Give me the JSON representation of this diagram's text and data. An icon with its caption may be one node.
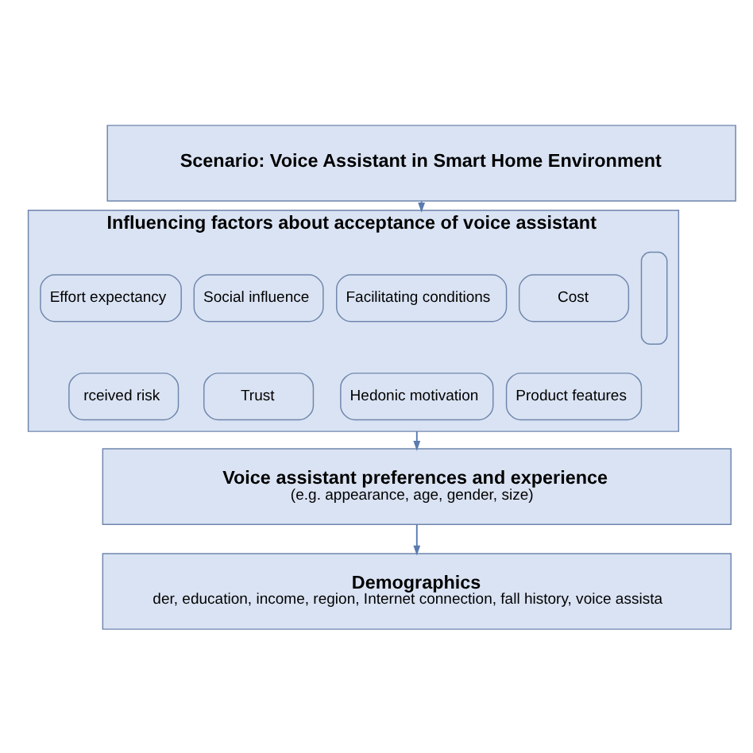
{
  "diagram": {
    "nodes": [
      {
        "text": [
          "Scenario: Voice Assistant in Smart Home Environment"
        ]
      },
      {
        "text": [
          "Influencing factors about acceptance of voice assistant"
        ]
      },
      {
        "text": [
          "Effort expectancy"
        ],
        "in": 1
      },
      {
        "text": [
          "Social influence"
        ],
        "in": 1
      },
      {
        "text": [
          "Facilitating conditions"
        ],
        "in": 1
      },
      {
        "text": [
          "Cost"
        ],
        "in": 1
      },
      {
        "text": [
          "rceived risk"
        ],
        "in": 1
      },
      {
        "text": [
          "Trust"
        ],
        "in": 1
      },
      {
        "text": [
          "Hedonic motivation"
        ],
        "in": 1
      },
      {
        "text": [
          "Product features"
        ],
        "in": 1
      },
      {
        "text": [],
        "shape": "box",
        "in": 1
      },
      {
        "text": [
          "Voice assistant preferences and experience",
          "(e.g. appearance, age, gender, size)"
        ]
      },
      {
        "text": [
          "Demographics",
          "der, education, income, region, Internet connection, fall history, voice assista"
        ]
      }
    ],
    "edges": [
      {
        "from": 0,
        "to": 1,
        "arrow": "to"
      },
      {
        "from": 1,
        "to": 11,
        "arrow": "to"
      },
      {
        "from": 11,
        "to": 12,
        "arrow": "to"
      }
    ]
  }
}
